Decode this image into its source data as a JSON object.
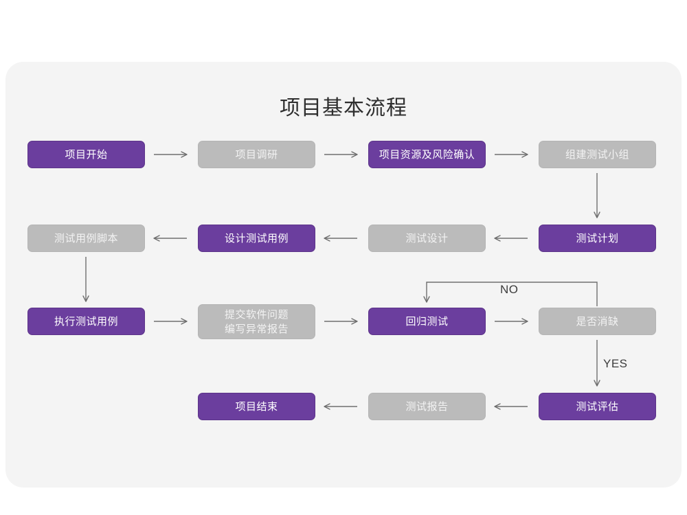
{
  "page": {
    "title": "项目基本流程",
    "background_color": "#ffffff",
    "card_color": "#f4f4f4"
  },
  "colors": {
    "purple": "#6b3e9e",
    "gray": "#bbbbbb",
    "purple_text": "#ffffff",
    "gray_text": "#f3f3f3",
    "arrow": "#6e6e6e",
    "title_text": "#2e2e2e"
  },
  "chart_data": {
    "type": "diagram",
    "title": "项目基本流程",
    "nodes": [
      {
        "id": "n1",
        "label": "项目开始",
        "style": "purple",
        "row": 1,
        "col": 1
      },
      {
        "id": "n2",
        "label": "项目调研",
        "style": "gray",
        "row": 1,
        "col": 2
      },
      {
        "id": "n3",
        "label": "项目资源及风险确认",
        "style": "purple",
        "row": 1,
        "col": 3
      },
      {
        "id": "n4",
        "label": "组建测试小组",
        "style": "gray",
        "row": 1,
        "col": 4
      },
      {
        "id": "n5",
        "label": "测试用例脚本",
        "style": "gray",
        "row": 2,
        "col": 1
      },
      {
        "id": "n6",
        "label": "设计测试用例",
        "style": "purple",
        "row": 2,
        "col": 2
      },
      {
        "id": "n7",
        "label": "测试设计",
        "style": "gray",
        "row": 2,
        "col": 3
      },
      {
        "id": "n8",
        "label": "测试计划",
        "style": "purple",
        "row": 2,
        "col": 4
      },
      {
        "id": "n9",
        "label": "执行测试用例",
        "style": "purple",
        "row": 3,
        "col": 1
      },
      {
        "id": "n10",
        "label": "提交软件问题\n编写异常报告",
        "style": "gray",
        "row": 3,
        "col": 2
      },
      {
        "id": "n11",
        "label": "回归测试",
        "style": "purple",
        "row": 3,
        "col": 3
      },
      {
        "id": "n12",
        "label": "是否消缺",
        "style": "gray",
        "row": 3,
        "col": 4
      },
      {
        "id": "n13",
        "label": "项目结束",
        "style": "purple",
        "row": 4,
        "col": 2
      },
      {
        "id": "n14",
        "label": "测试报告",
        "style": "gray",
        "row": 4,
        "col": 3
      },
      {
        "id": "n15",
        "label": "测试评估",
        "style": "purple",
        "row": 4,
        "col": 4
      }
    ],
    "edges": [
      {
        "from": "n1",
        "to": "n2",
        "label": "",
        "direction": "right"
      },
      {
        "from": "n2",
        "to": "n3",
        "label": "",
        "direction": "right"
      },
      {
        "from": "n3",
        "to": "n4",
        "label": "",
        "direction": "right"
      },
      {
        "from": "n4",
        "to": "n8",
        "label": "",
        "direction": "down"
      },
      {
        "from": "n8",
        "to": "n7",
        "label": "",
        "direction": "left"
      },
      {
        "from": "n7",
        "to": "n6",
        "label": "",
        "direction": "left"
      },
      {
        "from": "n6",
        "to": "n5",
        "label": "",
        "direction": "left"
      },
      {
        "from": "n5",
        "to": "n9",
        "label": "",
        "direction": "down"
      },
      {
        "from": "n9",
        "to": "n10",
        "label": "",
        "direction": "right"
      },
      {
        "from": "n10",
        "to": "n11",
        "label": "",
        "direction": "right"
      },
      {
        "from": "n11",
        "to": "n12",
        "label": "",
        "direction": "right"
      },
      {
        "from": "n12",
        "to": "n11",
        "label": "NO",
        "direction": "loop-up-left"
      },
      {
        "from": "n12",
        "to": "n15",
        "label": "YES",
        "direction": "down"
      },
      {
        "from": "n15",
        "to": "n14",
        "label": "",
        "direction": "left"
      },
      {
        "from": "n14",
        "to": "n13",
        "label": "",
        "direction": "left"
      }
    ],
    "edge_labels": [
      "NO",
      "YES"
    ]
  }
}
